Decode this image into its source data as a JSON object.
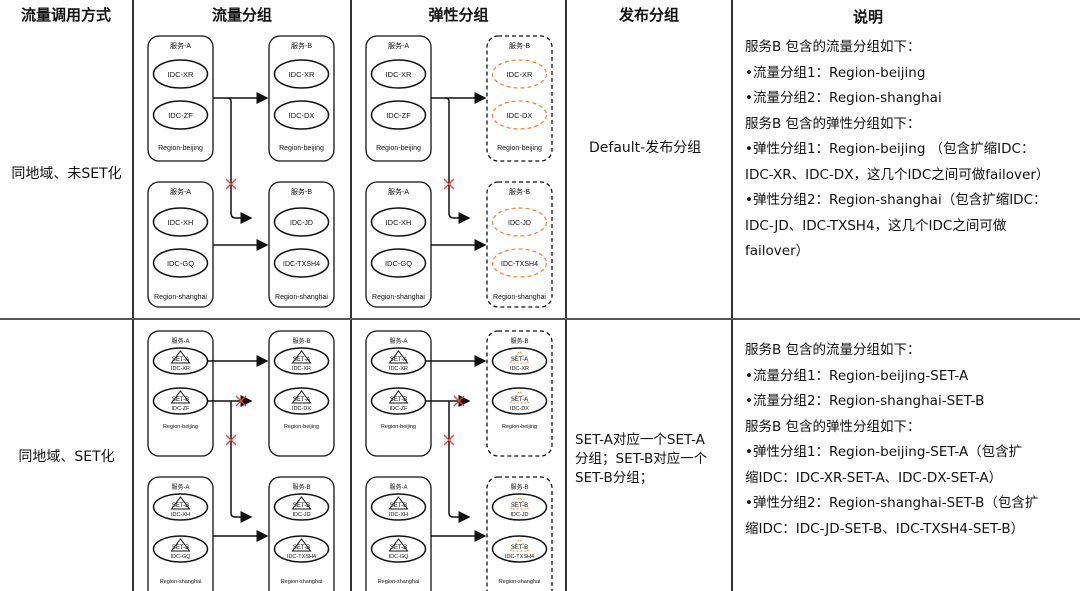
{
  "headers": {
    "mode": "流量调用方式",
    "traffic_group": "流量分组",
    "elastic_group": "弹性分组",
    "publish_group": "发布分组",
    "notes": "说明"
  },
  "rows": [
    {
      "mode": "同地域、未SET化",
      "publish_group": "Default-发布分组",
      "notes": [
        "服务B 包含的流量分组如下：",
        "•流量分组1：Region-beijing",
        "•流量分组2：Region-shanghai",
        "服务B 包含的弹性分组如下：",
        "•弹性分组1：Region-beijing （包含扩缩IDC：",
        "IDC-XR、IDC-DX，这几个IDC之间可做failover）",
        "•弹性分组2：Region-shanghai（包含扩缩IDC：",
        "IDC-JD、IDC-TXSH4，这几个IDC之间可做",
        "failover）"
      ]
    },
    {
      "mode": "同地域、SET化",
      "publish_group_lines": [
        "SET-A对应一个SET-A",
        "分组；SET-B对应一个",
        "SET-B分组；"
      ],
      "notes": [
        "服务B 包含的流量分组如下：",
        "•流量分组1：Region-beijing-SET-A",
        "•流量分组2：Region-shanghai-SET-B",
        "服务B 包含的弹性分组如下：",
        "•弹性分组1：Region-beijing-SET-A（包含扩",
        "缩IDC：IDC-XR-SET-A、IDC-DX-SET-A）",
        "•弹性分组2：Region-shanghai-SET-B（包含扩",
        "缩IDC：IDC-JD-SET-B、IDC-TXSH4-SET-B）"
      ]
    }
  ],
  "diagram": {
    "service_a": "服务-A",
    "service_b": "服务-B",
    "region_beijing": "Region-beijing",
    "region_shanghai": "Region-shanghai",
    "a_beijing_idcs": [
      "IDC-XR",
      "IDC-ZF"
    ],
    "a_shanghai_idcs": [
      "IDC-XH",
      "IDC-GQ"
    ],
    "b_beijing_idcs": [
      "IDC-XR",
      "IDC-DX"
    ],
    "b_shanghai_idcs": [
      "IDC-JD",
      "IDC-TXSH4"
    ],
    "set_a_tag": "SET-A",
    "set_b_tag": "SET-B",
    "a_beijing_sets": [
      "SET-A",
      "SET-B"
    ],
    "a_shanghai_sets": [
      "SET-B",
      "SET-B"
    ],
    "b_beijing_sets": [
      "SET-A",
      "SET-A"
    ],
    "b_shanghai_sets": [
      "SET-B",
      "SET-B"
    ],
    "blocked_mark": "✕",
    "colors": {
      "line": "#111111",
      "elastic_dashed": "#f0883e",
      "blocked": "#e0443e"
    }
  }
}
